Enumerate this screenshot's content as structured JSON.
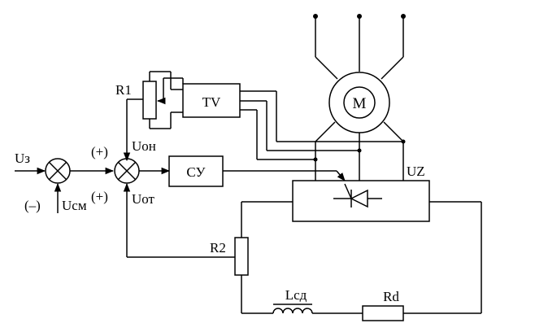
{
  "diagram": {
    "labels": {
      "u_z": "Uз",
      "u_sm": "Uсм",
      "minus": "(–)",
      "plus1": "(+)",
      "plus2": "(+)",
      "u_on": "Uон",
      "u_ot": "Uот",
      "r1": "R1",
      "tv": "TV",
      "su": "СУ",
      "motor": "M",
      "uz": "UZ",
      "r2": "R2",
      "lsd": "Lсд",
      "rd": "Rd"
    }
  }
}
